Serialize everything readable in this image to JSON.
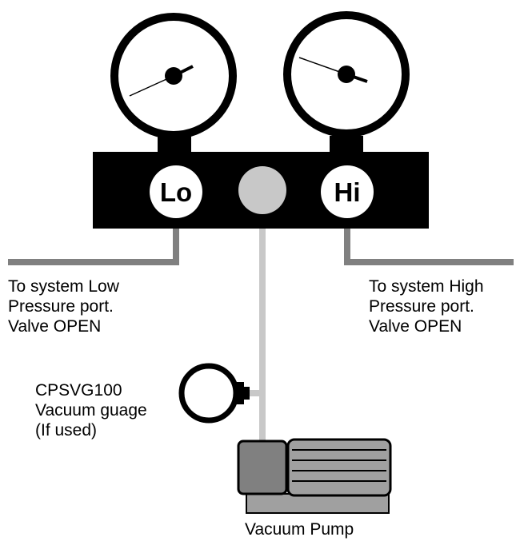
{
  "manifold": {
    "low_port_label": "Lo",
    "high_port_label": "Hi"
  },
  "captions": {
    "low_side": [
      "To system Low",
      "Pressure port.",
      "Valve OPEN"
    ],
    "high_side": [
      "To system High",
      "Pressure port.",
      "Valve OPEN"
    ],
    "vacuum_gauge": [
      "CPSVG100",
      "Vacuum guage",
      "(If used)"
    ],
    "vacuum_pump": "Vacuum Pump"
  },
  "colors": {
    "manifold_body": "#000000",
    "hose_low_high": "#808080",
    "hose_center": "#c8c8c8",
    "center_port": "#c8c8c8",
    "pump_motor": "#a0a0a0",
    "pump_head": "#808080",
    "pump_base": "#a0a0a0"
  },
  "icons": {
    "low_gauge": "pressure-gauge-icon",
    "high_gauge": "pressure-gauge-icon",
    "vacuum_gauge": "vacuum-gauge-icon",
    "pump": "vacuum-pump-icon"
  }
}
